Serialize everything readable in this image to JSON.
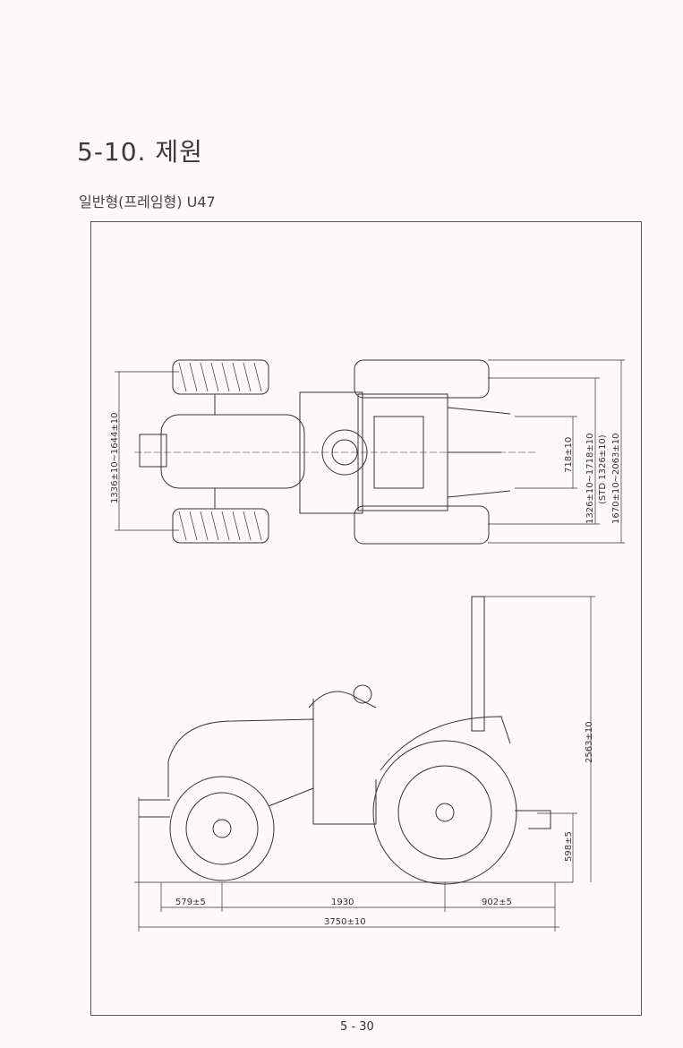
{
  "header": {
    "title": "5-10. 제원",
    "subtitle": "일반형(프레임형) U47"
  },
  "top_view": {
    "dims": {
      "front_tread": "1336±10~1644±10",
      "hitch": "718±10",
      "rear_tread": "1326±10~1718±10",
      "rear_tread_std": "(STD 1326±10)",
      "overall_width": "1670±10~2063±10"
    }
  },
  "side_view": {
    "dims": {
      "height": "2563±10",
      "hitch_height": "598±5",
      "front_overhang": "579±5",
      "wheelbase": "1930",
      "rear_overhang": "902±5",
      "overall_length": "3750±10"
    }
  },
  "footer": {
    "page_number": "5 - 30"
  }
}
